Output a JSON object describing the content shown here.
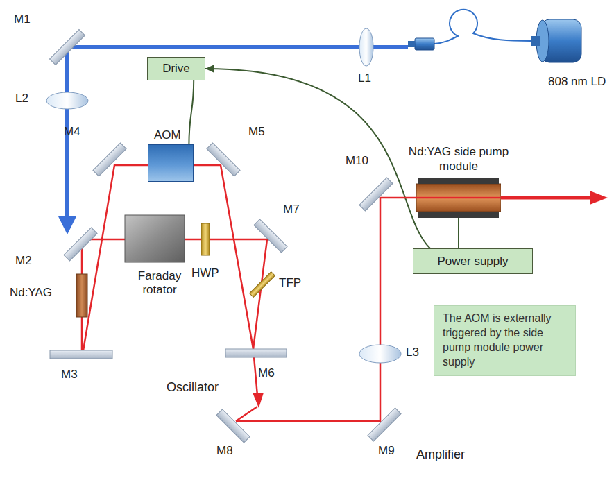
{
  "diagram": {
    "nodes": [
      {
        "text": [
          "Oscillator"
        ]
      },
      {
        "text": [
          "Drive"
        ],
        "in": 0
      },
      {
        "text": [
          "AOM"
        ],
        "in": 0
      },
      {
        "text": [
          "Amplifier"
        ]
      },
      {
        "text": [
          "Nd:YAG side pump module"
        ],
        "in": 3
      },
      {
        "text": [
          "Power supply"
        ],
        "in": 3
      },
      {
        "text": [
          "The AOM is externally triggered by the side pump module power supply"
        ],
        "in": 3
      }
    ],
    "edges": [
      {
        "from": 1,
        "to": 2,
        "arrow": "none"
      },
      {
        "from": 5,
        "to": 1,
        "arrow": "to"
      },
      {
        "from": 5,
        "to": 4,
        "arrow": "none"
      }
    ],
    "labels": [
      "808 nm LD",
      "L1",
      "M1",
      "L2",
      "M4",
      "M5",
      "M2",
      "Nd:YAG",
      "Faraday rotator",
      "HWP",
      "M7",
      "TFP",
      "M3",
      "M6",
      "M8",
      "M9",
      "L3",
      "M10"
    ]
  }
}
